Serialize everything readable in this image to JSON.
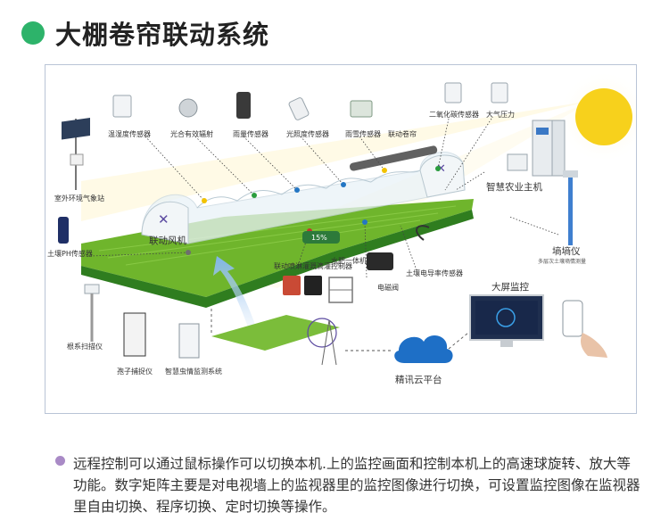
{
  "header": {
    "title": "大棚卷帘联动系统"
  },
  "diagram": {
    "labels": {
      "temp_humidity_sensor": "温湿度传感器",
      "par_sensor": "光合有效辐射",
      "rain_gauge": "雨量传感器",
      "light_sensor": "光照度传感器",
      "rain_snow_sensor": "雨雪传感器",
      "roller_shutter": "联动卷帘",
      "co2_sensor": "二氧化碳传感器",
      "pressure_sensor": "大气压力",
      "smart_host": "智慧农业主机",
      "weather_station": "室外环境气象站",
      "linkage_fan": "联动风机",
      "soil_ph": "土壤PH传感器",
      "percent": "15%",
      "irrigation": "联动喷淋灌溉滴灌控制器",
      "water_fertilizer": "水肥一体机",
      "solenoid_valve": "电磁阀",
      "soil_conductivity": "土壤电导率传感器",
      "moisture_meter": "墒墒仪",
      "moisture_meter_sub": "多层次土壤墒情测量",
      "root_scanner": "根系扫描仪",
      "spore_trap": "孢子捕捉仪",
      "pest_monitor": "智慧虫情监测系统",
      "big_screen": "大屏监控",
      "cloud": "精讯云平台"
    }
  },
  "caption": {
    "text": "远程控制可以通过鼠标操作可以切换本机.上的监控画面和控制本机上的高速球旋转、放大等功能。数字矩阵主要是对电视墙上的监视器里的监控图像进行切换，可设置监控图像在监视器里自由切换、程序切换、定时切换等操作。"
  },
  "colors": {
    "accent_green": "#2db36a",
    "field_green": "#6fb52c",
    "sun_yellow": "#f7d11c",
    "caption_dot": "#a98ac6"
  }
}
